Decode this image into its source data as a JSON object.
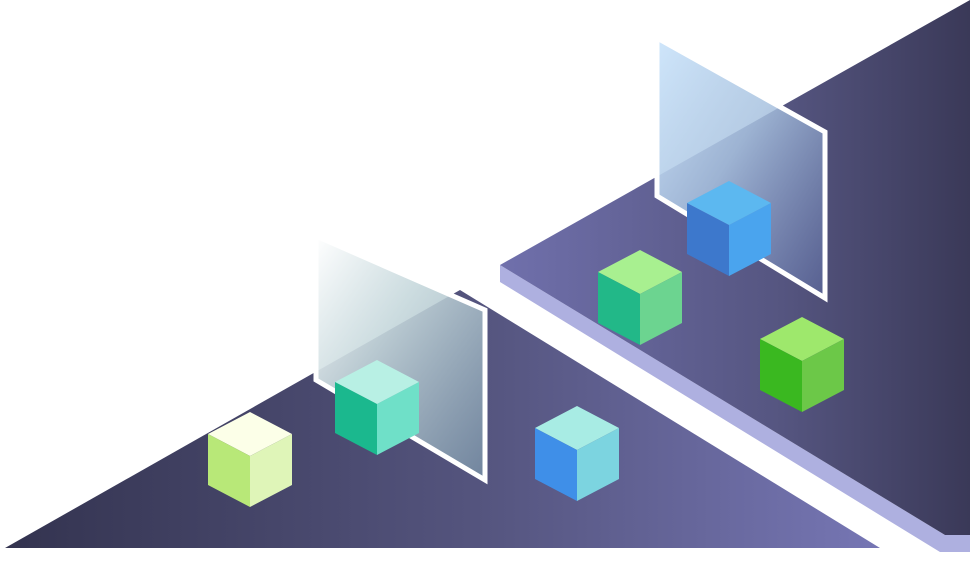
{
  "illustration": {
    "colors": {
      "platform_dark": "#3b3a5a",
      "platform_light": "#7474b0",
      "platform_side": "#aeb0e0",
      "panel_border": "#ffffff"
    },
    "cubes": [
      {
        "name": "cube-yellow-green",
        "top": "#fcffe8",
        "left": "#b8e878",
        "right": "#dff5b8"
      },
      {
        "name": "cube-teal",
        "top": "#b8f0e4",
        "left": "#1bb88e",
        "right": "#6fe0c8"
      },
      {
        "name": "cube-blue-teal",
        "top": "#a8ece4",
        "left": "#3f8fe8",
        "right": "#7cd4e0"
      },
      {
        "name": "cube-green",
        "top": "#a8f090",
        "left": "#22b888",
        "right": "#6cd490"
      },
      {
        "name": "cube-blue",
        "top": "#5cb8f0",
        "left": "#3d78cc",
        "right": "#4aa4ee"
      },
      {
        "name": "cube-bright-green",
        "top": "#9ee86c",
        "left": "#3ab820",
        "right": "#6cc848"
      }
    ]
  }
}
